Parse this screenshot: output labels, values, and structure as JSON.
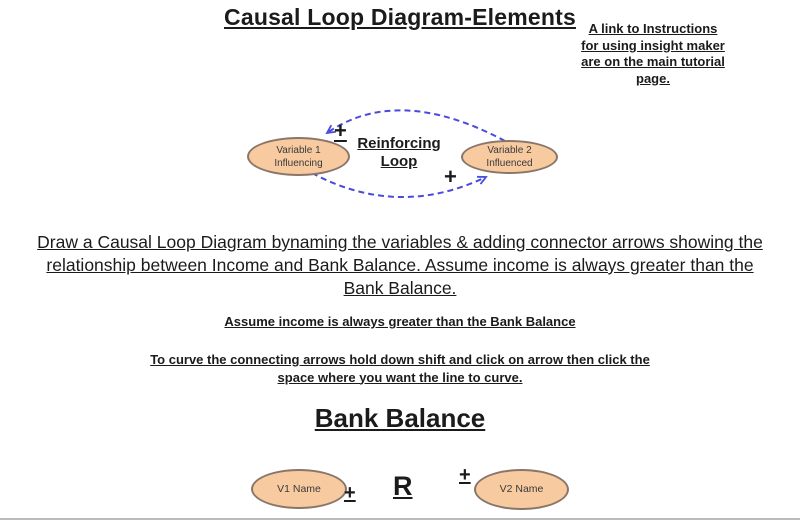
{
  "title": "Causal Loop Diagram-Elements",
  "note": {
    "line1": "A link to Instructions",
    "line2": "for using insight maker",
    "line3": "are on the main tutorial",
    "line4": "page."
  },
  "loop": {
    "node1_line1": "Variable 1",
    "node1_line2": "Influencing",
    "node2_line1": "Variable 2",
    "node2_line2": "Influenced",
    "label_line1": "Reinforcing",
    "label_line2": "Loop",
    "plus_top": "+",
    "plus_bottom": "+"
  },
  "task": {
    "line1": "Draw a Causal Loop Diagram bynaming the variables & adding connector arrows showing the",
    "line2": "relationship between Income and Bank Balance. Assume income is always greater than the",
    "line3": "Bank Balance."
  },
  "hints": {
    "assume": "Assume income is always greater than the Bank Balance",
    "curve_line1": "To curve the connecting arrows hold down shift and click on arrow then click the",
    "curve_line2": "space where you want the line to curve."
  },
  "exercise": {
    "heading": "Bank Balance",
    "v1_label": "V1 Name",
    "v2_label": "V2 Name",
    "r_label": "R",
    "plus_left": "+",
    "plus_right": "+"
  },
  "colors": {
    "node_fill": "#f8caa0",
    "node_border": "#8a7668",
    "connector_blue": "#4a4ade",
    "text": "#1b1b1b"
  }
}
